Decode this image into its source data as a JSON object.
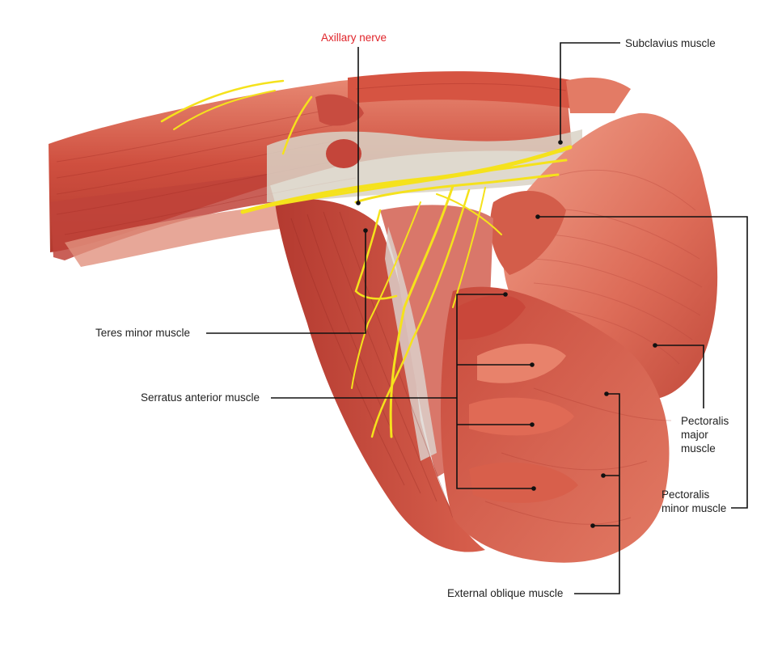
{
  "colors": {
    "background": "#ffffff",
    "muscle_base": "#d9614e",
    "muscle_dark": "#b8382d",
    "muscle_light": "#ef9a80",
    "fascia": "#dcd6cf",
    "nerve": "#f5e21c",
    "leader_line": "#111111",
    "highlight_label": "#e0242a",
    "label_text": "#222222"
  },
  "labels": {
    "axillary_nerve": "Axillary nerve",
    "subclavius_muscle": "Subclavius muscle",
    "teres_minor_muscle": "Teres minor muscle",
    "serratus_anterior_muscle": "Serratus anterior muscle",
    "pectoralis_major_muscle": [
      "Pectoralis",
      "major",
      "muscle"
    ],
    "pectoralis_minor_muscle": [
      "Pectoralis",
      "minor muscle"
    ],
    "external_oblique_muscle": "External oblique muscle"
  }
}
